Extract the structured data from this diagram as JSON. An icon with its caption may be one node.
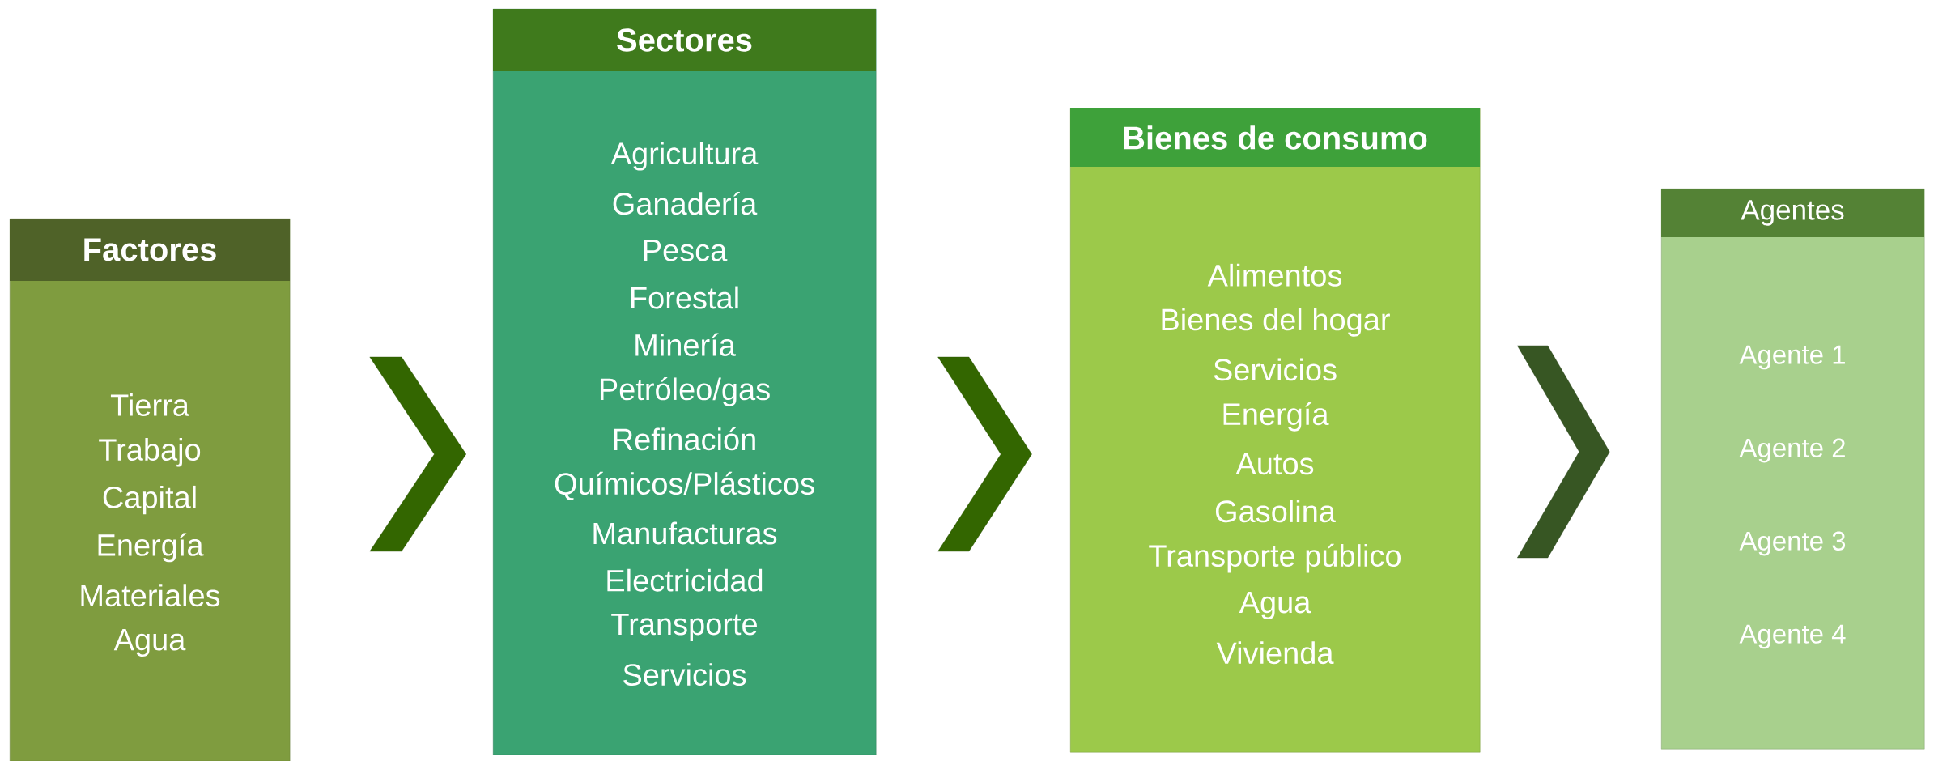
{
  "diagram": {
    "nodes": [
      {
        "text": [
          "Factores",
          "Tierra",
          "Trabajo",
          "Capital",
          "Energía",
          "Materiales",
          "Agua"
        ]
      },
      {
        "text": [
          "Sectores",
          "Agricultura",
          "Ganadería",
          "Pesca",
          "Forestal",
          "Minería",
          "Petróleo/gas",
          "Refinación",
          "Químicos/Plásticos",
          "Manufacturas",
          "Electricidad",
          "Transporte",
          "Servicios"
        ]
      },
      {
        "text": [
          "Bienes de consumo",
          "Alimentos",
          "Bienes del hogar",
          "Servicios",
          "Energía",
          "Autos",
          "Gasolina",
          "Transporte público",
          "Agua",
          "Vivienda"
        ]
      },
      {
        "text": [
          "Agentes",
          "Agente 1",
          "Agente 2",
          "Agente 3",
          "Agente 4"
        ]
      }
    ],
    "edges": [
      {
        "from": 0,
        "to": 1,
        "arrow": "to"
      },
      {
        "from": 1,
        "to": 2,
        "arrow": "to"
      },
      {
        "from": 2,
        "to": 3,
        "arrow": "to",
        "color": "#375623"
      }
    ]
  }
}
